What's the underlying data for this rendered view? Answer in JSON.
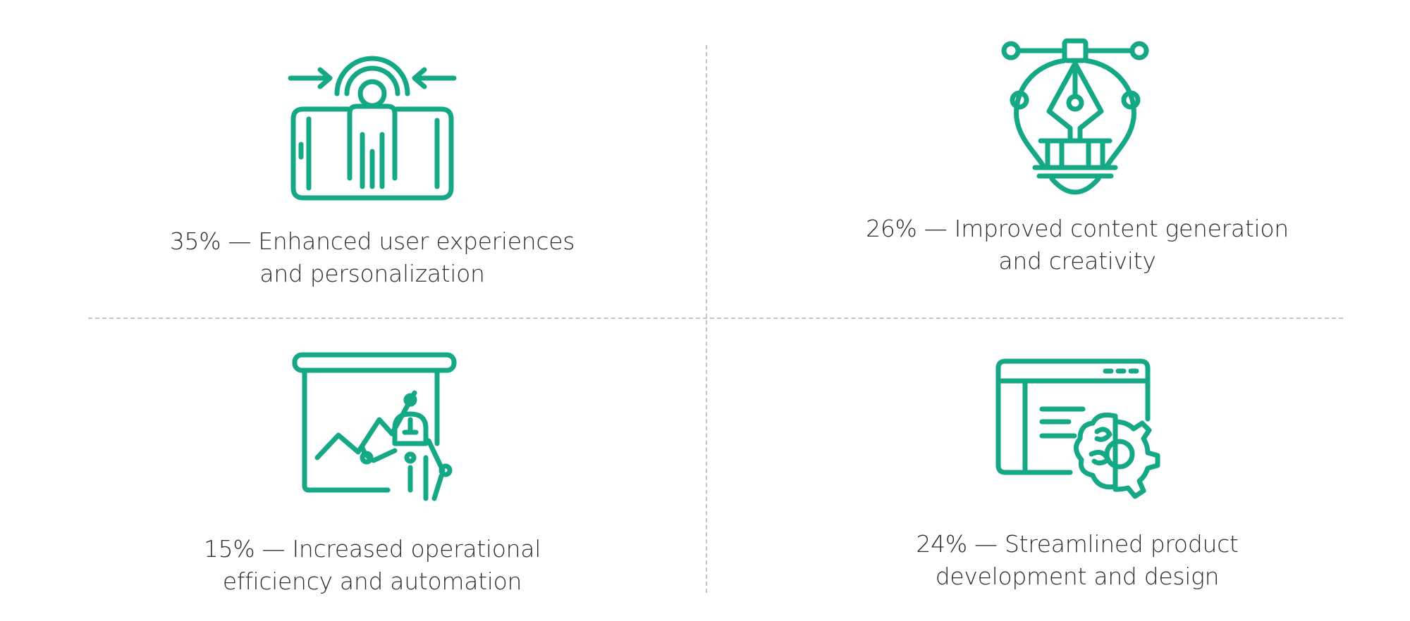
{
  "accent_color": "#14a885",
  "items": [
    {
      "icon": "personalization-phone-icon",
      "line1": "35% — Enhanced user experiences",
      "line2": "and personalization",
      "value_percent": 35
    },
    {
      "icon": "creative-lightbulb-icon",
      "line1": "26% — Improved content generation",
      "line2": "and creativity",
      "value_percent": 26
    },
    {
      "icon": "automation-presentation-icon",
      "line1": "15% — Increased operational",
      "line2": "efficiency and automation",
      "value_percent": 15
    },
    {
      "icon": "product-design-gear-icon",
      "line1": "24% — Streamlined product",
      "line2": "development and design",
      "value_percent": 24
    }
  ]
}
